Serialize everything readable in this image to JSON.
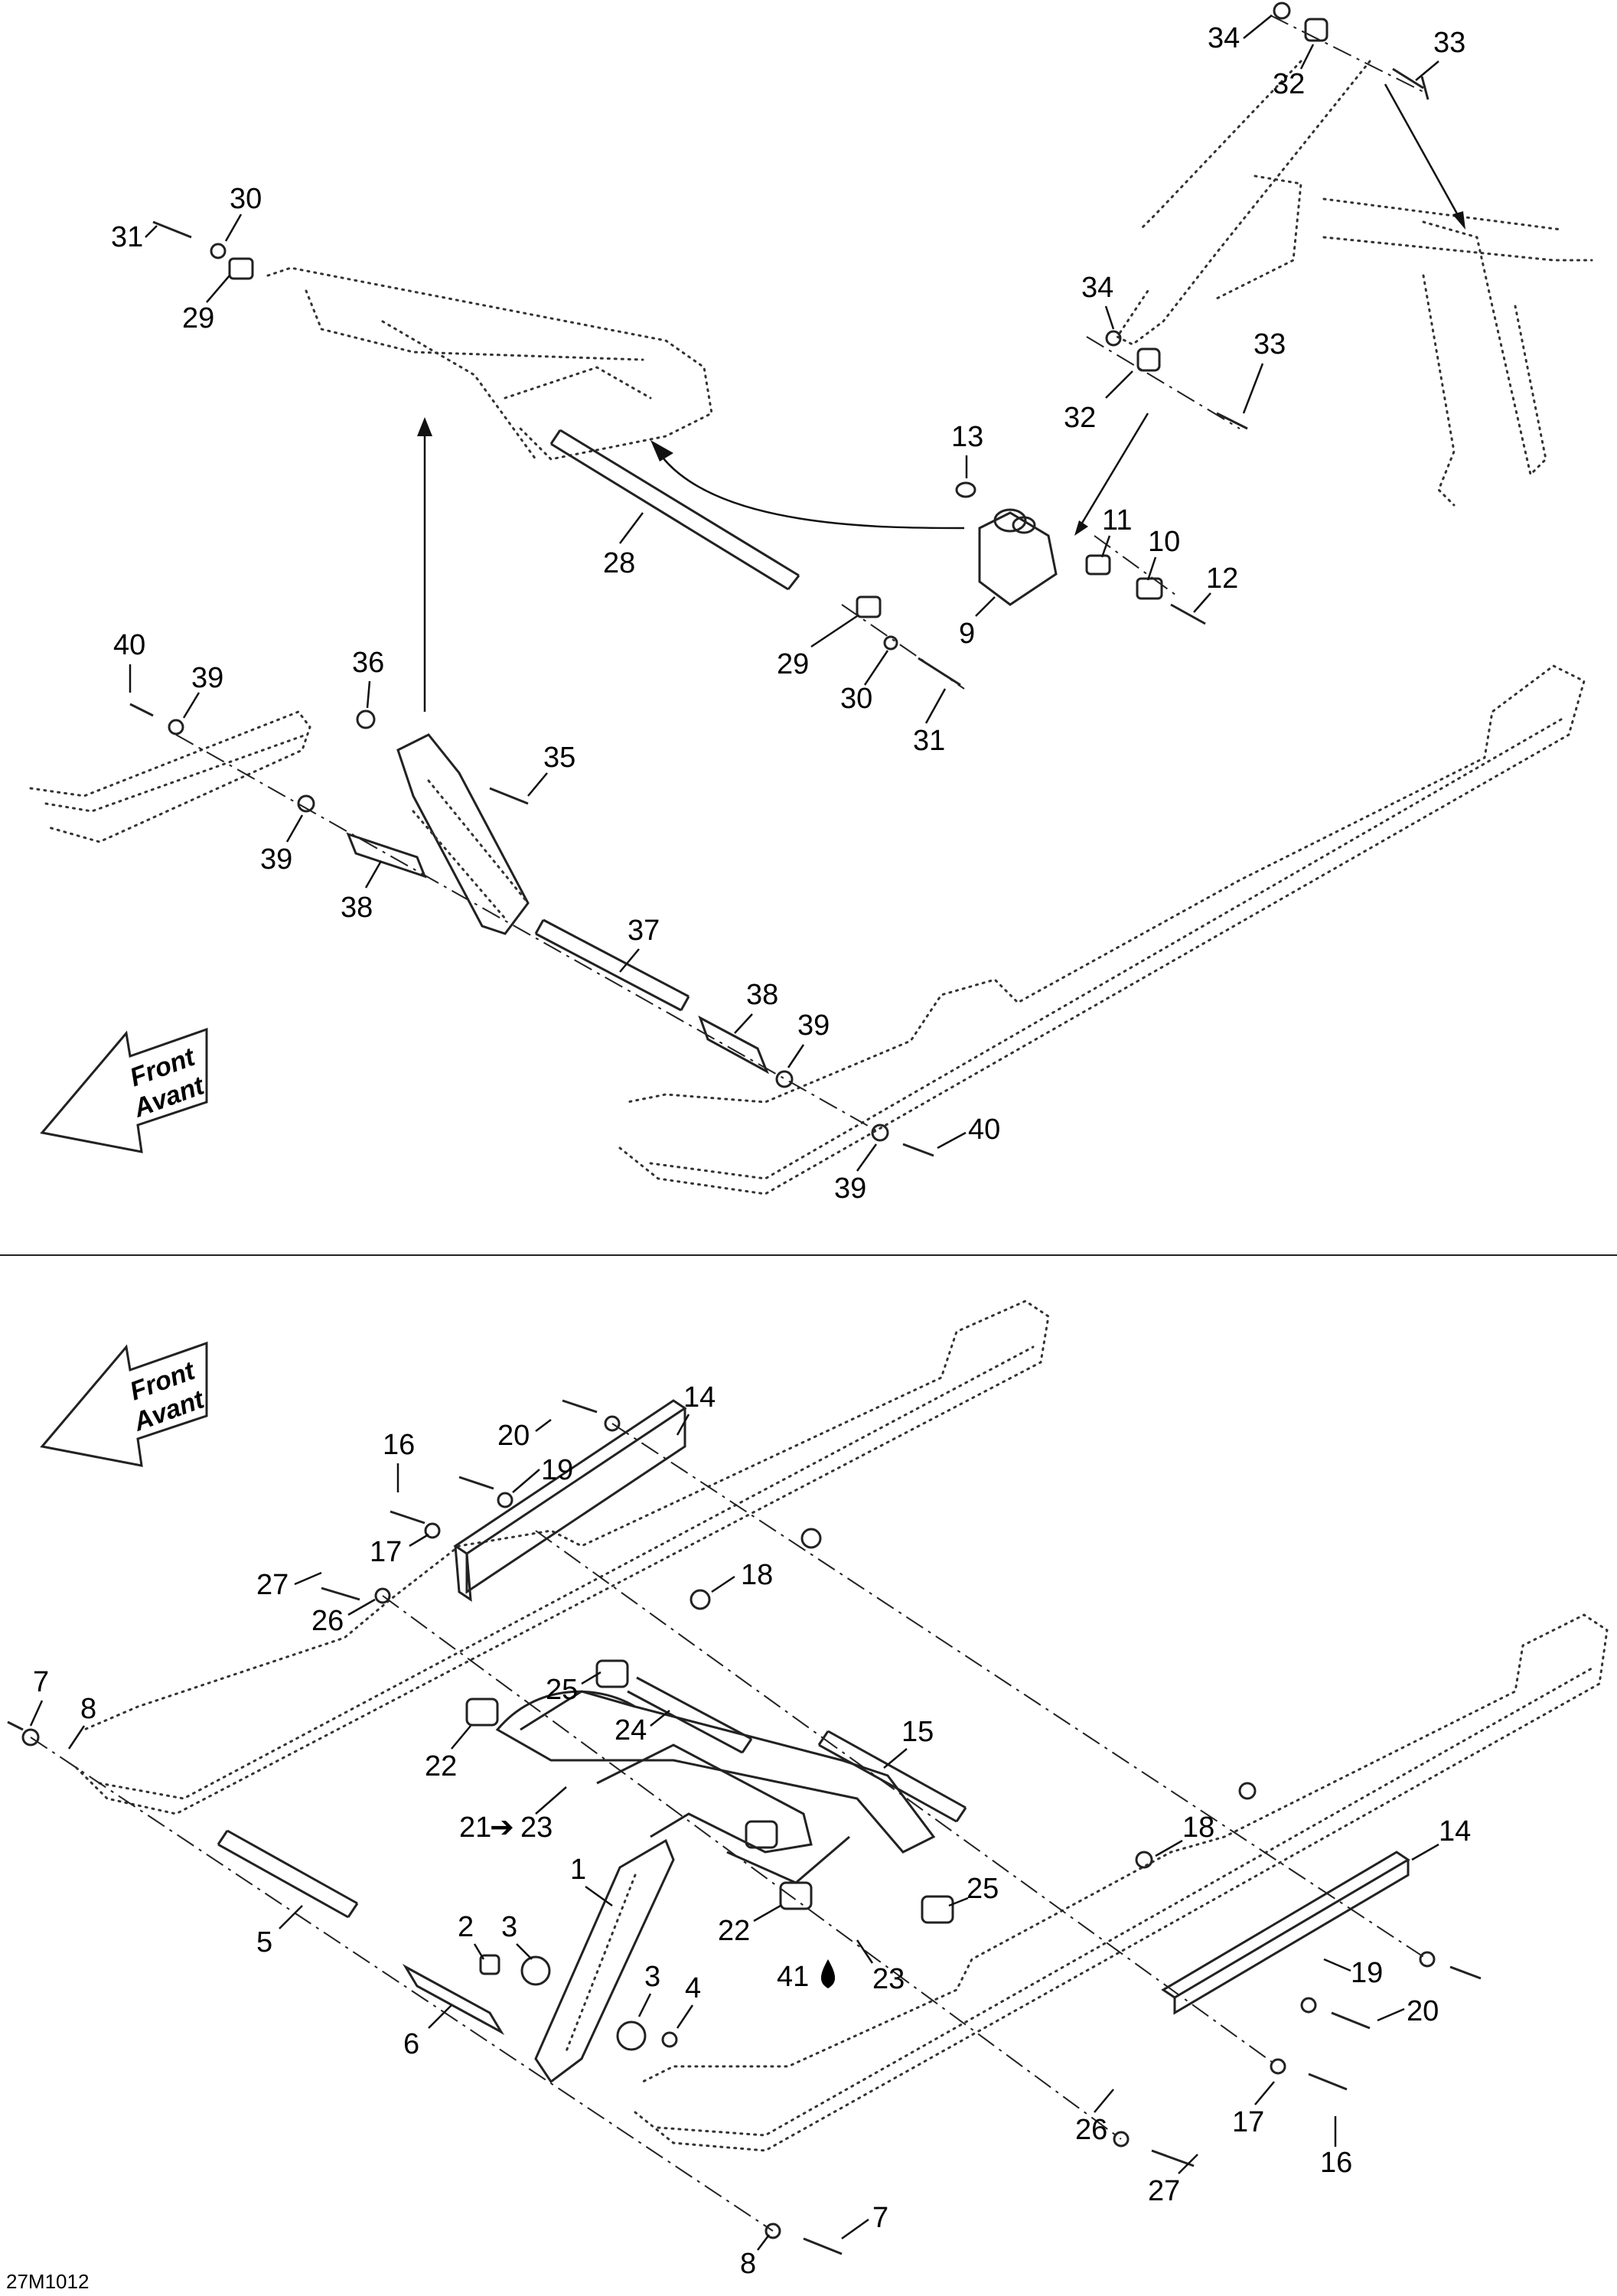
{
  "diagram": {
    "front_arrow_top": {
      "line1": "Front",
      "line2": "Avant"
    },
    "front_arrow_bottom": {
      "line1": "Front",
      "line2": "Avant"
    },
    "figure_code": "27M1012",
    "callouts_top": [
      "34",
      "32",
      "33",
      "30",
      "31",
      "29",
      "34",
      "32",
      "33",
      "13",
      "11",
      "10",
      "12",
      "9",
      "28",
      "29",
      "30",
      "31",
      "40",
      "39",
      "36",
      "35",
      "39",
      "38",
      "37",
      "38",
      "39",
      "40",
      "39"
    ],
    "callouts_bottom": [
      "14",
      "20",
      "19",
      "16",
      "17",
      "18",
      "27",
      "26",
      "25",
      "24",
      "7",
      "8",
      "22",
      "15",
      "21",
      "23",
      "18",
      "14",
      "1",
      "2",
      "3",
      "25",
      "22",
      "41",
      "23",
      "19",
      "20",
      "5",
      "3",
      "4",
      "6",
      "26",
      "17",
      "16",
      "27",
      "7",
      "8"
    ]
  }
}
